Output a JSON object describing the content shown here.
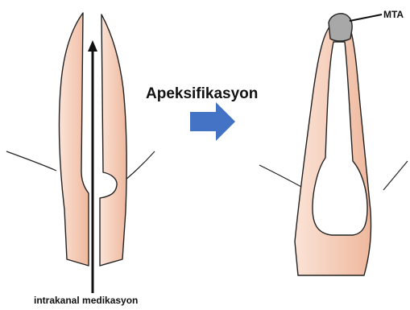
{
  "labels": {
    "process": "Apeksifikasyon",
    "material": "MTA",
    "medication": "intrakanal medikasyon"
  },
  "colors": {
    "tooth_light": "#fbe3d6",
    "tooth_dark": "#efb89d",
    "canal_fill": "#ffffff",
    "mta_plug": "#a8a8a8",
    "process_arrow": "#4472c4",
    "outline": "#222222"
  },
  "icons": {
    "process_arrow": "right-block-arrow",
    "medication_arrow": "up-arrow"
  }
}
